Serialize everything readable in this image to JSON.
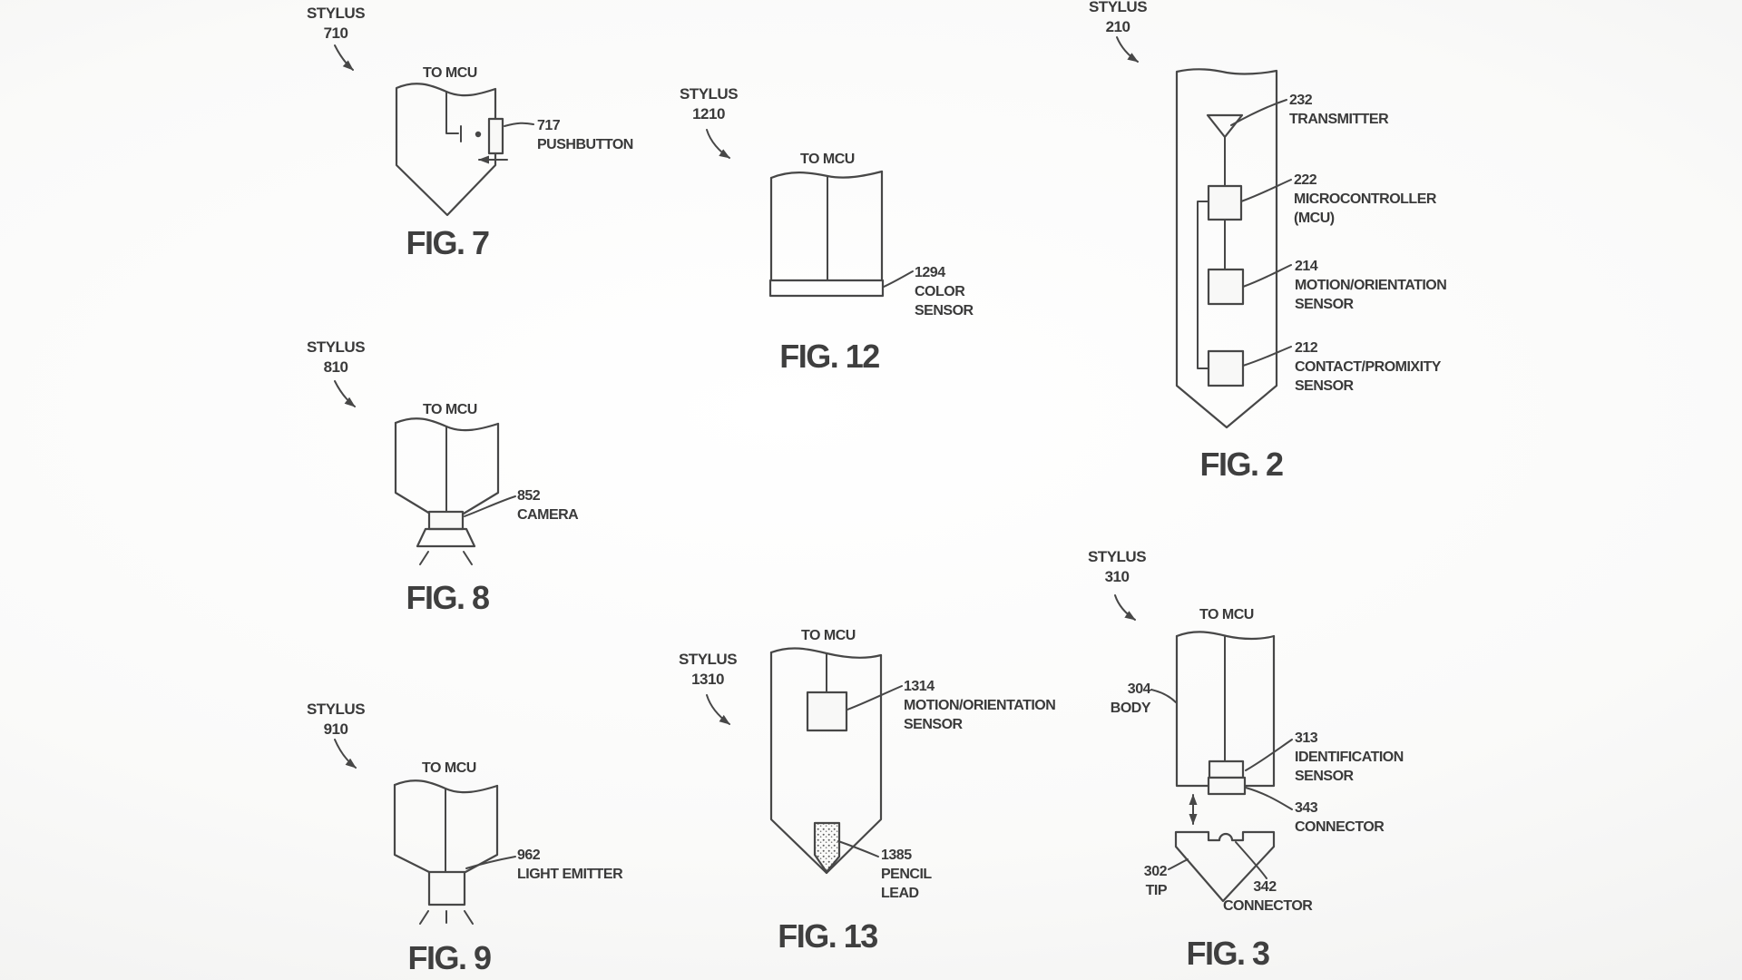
{
  "colors": {
    "line": "#474747",
    "text": "#3a3a3a",
    "background": "#f5f5f4"
  },
  "fig7": {
    "ref": [
      "STYLUS",
      "710"
    ],
    "to_mcu": "TO MCU",
    "c717": [
      "717",
      "PUSHBUTTON"
    ],
    "caption": "FIG. 7"
  },
  "fig8": {
    "ref": [
      "STYLUS",
      "810"
    ],
    "to_mcu": "TO MCU",
    "c852": [
      "852",
      "CAMERA"
    ],
    "caption": "FIG. 8"
  },
  "fig9": {
    "ref": [
      "STYLUS",
      "910"
    ],
    "to_mcu": "TO MCU",
    "c962": [
      "962",
      "LIGHT EMITTER"
    ],
    "caption": "FIG. 9"
  },
  "fig12": {
    "ref": [
      "STYLUS",
      "1210"
    ],
    "to_mcu": "TO MCU",
    "c1294": [
      "1294",
      "COLOR",
      "SENSOR"
    ],
    "caption": "FIG. 12"
  },
  "fig13": {
    "ref": [
      "STYLUS",
      "1310"
    ],
    "to_mcu": "TO MCU",
    "c1314": [
      "1314",
      "MOTION/ORIENTATION",
      "SENSOR"
    ],
    "c1385": [
      "1385",
      "PENCIL",
      "LEAD"
    ],
    "caption": "FIG. 13"
  },
  "fig2": {
    "ref": [
      "STYLUS",
      "210"
    ],
    "c232": [
      "232",
      "TRANSMITTER"
    ],
    "c222": [
      "222",
      "MICROCONTROLLER",
      "(MCU)"
    ],
    "c214": [
      "214",
      "MOTION/ORIENTATION",
      "SENSOR"
    ],
    "c212": [
      "212",
      "CONTACT/PROMIXITY",
      "SENSOR"
    ],
    "caption": "FIG. 2"
  },
  "fig3": {
    "ref": [
      "STYLUS",
      "310"
    ],
    "to_mcu": "TO MCU",
    "c304": [
      "304",
      "BODY"
    ],
    "c313": [
      "313",
      "IDENTIFICATION",
      "SENSOR"
    ],
    "c343": [
      "343",
      "CONNECTOR"
    ],
    "c302": [
      "302",
      "TIP"
    ],
    "c342": [
      "342",
      "CONNECTOR"
    ],
    "caption": "FIG. 3"
  }
}
